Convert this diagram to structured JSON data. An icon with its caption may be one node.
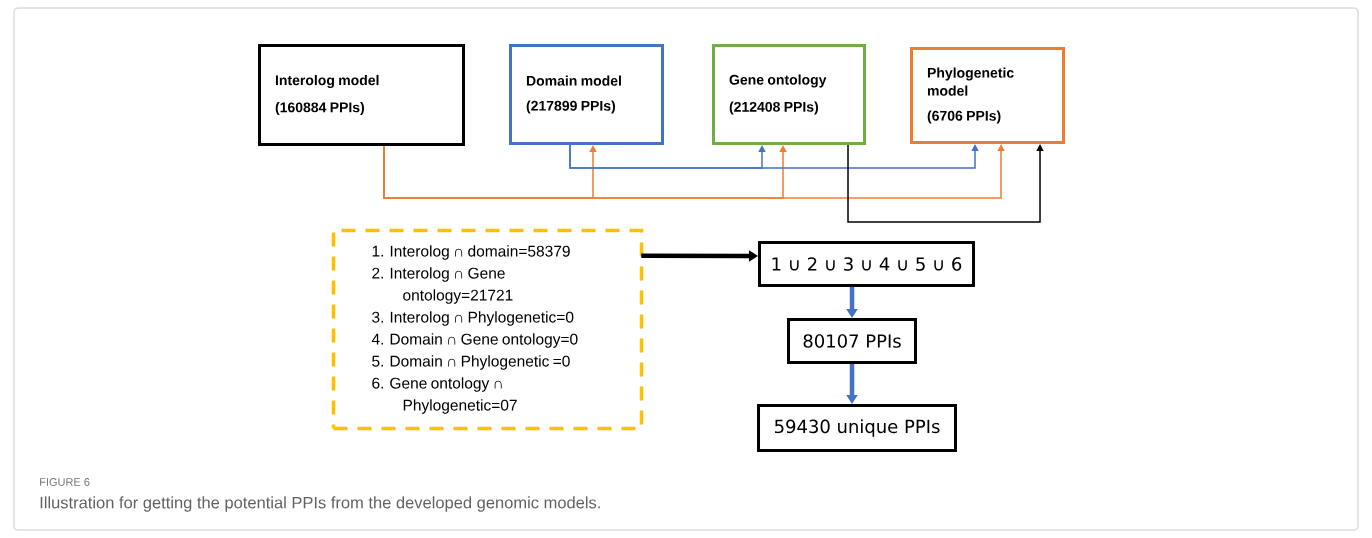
{
  "diagram": {
    "caption": "Illustration for getting the potential PPIs from the developed genomic models.",
    "nodes": [
      {
        "text": [
          "Interolog model",
          "(160884 PPIs)"
        ]
      },
      {
        "text": [
          "Domain model",
          "(217899 PPIs)"
        ]
      },
      {
        "text": [
          "Gene ontology",
          "(212408 PPIs)"
        ]
      },
      {
        "text": [
          "Phylogenetic model",
          "(6706 PPIs)"
        ]
      },
      {
        "text": [
          "1. Interolog ∩ domain=58379",
          "2. Interolog ∩ Gene ontology=21721",
          "3. Interolog ∩ Phylogenetic=0",
          "4. Domain ∩ Gene ontology=0",
          "5. Domain ∩ Phylogenetic =0",
          "6. Gene ontology ∩ Phylogenetic=07"
        ]
      },
      {
        "text": [
          "1 ∪ 2 ∪ 3 ∪ 4 ∪ 5 ∪ 6"
        ]
      },
      {
        "text": [
          "80107 PPIs"
        ]
      },
      {
        "text": [
          "59430 unique PPIs"
        ]
      }
    ],
    "edges": [
      {
        "from": 0,
        "to": 1,
        "arrow": "to",
        "color": "#ed7d31"
      },
      {
        "from": 0,
        "to": 2,
        "arrow": "to",
        "color": "#ed7d31"
      },
      {
        "from": 0,
        "to": 3,
        "arrow": "to",
        "color": "#ed7d31"
      },
      {
        "from": 1,
        "to": 2,
        "arrow": "to",
        "color": "#4472c4"
      },
      {
        "from": 1,
        "to": 3,
        "arrow": "to",
        "color": "#4472c4"
      },
      {
        "from": 2,
        "to": 3,
        "arrow": "to",
        "color": "#000000"
      },
      {
        "from": 4,
        "to": 5,
        "arrow": "to",
        "style": "thick",
        "color": "#000000"
      },
      {
        "from": 5,
        "to": 6,
        "arrow": "to",
        "style": "thick",
        "color": "#4472c4"
      },
      {
        "from": 6,
        "to": 7,
        "arrow": "to",
        "style": "thick",
        "color": "#4472c4"
      }
    ],
    "labels": [
      "FIGURE 6"
    ]
  }
}
